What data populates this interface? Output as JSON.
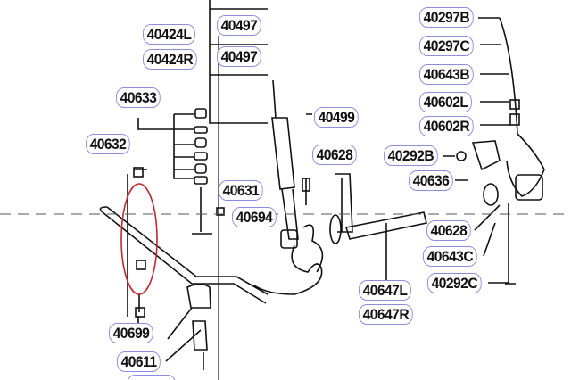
{
  "labels": {
    "p40497a": "40497",
    "p40497b": "40497",
    "p40424L": "40424L",
    "p40424R": "40424R",
    "p40633": "40633",
    "p40632": "40632",
    "p40631": "40631",
    "p40694": "40694",
    "p40499": "40499",
    "p40628a": "40628",
    "p40292B": "40292B",
    "p40636": "40636",
    "p40628b": "40628",
    "p40297B": "40297B",
    "p40297C": "40297C",
    "p40643B": "40643B",
    "p40602L": "40602L",
    "p40602R": "40602R",
    "p40643C": "40643C",
    "p40292C": "40292C",
    "p40647L": "40647L",
    "p40647R": "40647R",
    "p40699": "40699",
    "p40611": "40611"
  },
  "colors": {
    "highlight": "#c0282d",
    "label_border": "#8c8ce0",
    "line": "#111111"
  }
}
